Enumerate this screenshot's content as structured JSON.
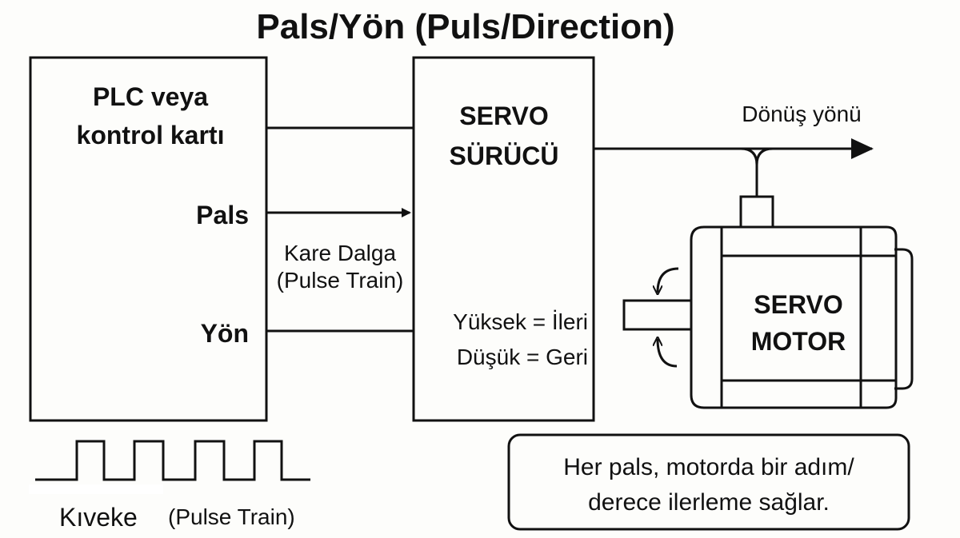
{
  "title": "Pals/Yön (Puls/Direction)",
  "plc": {
    "line1": "PLC veya",
    "line2": "kontrol kartı",
    "pals": "Pals",
    "yon": "Yön"
  },
  "pulse_caption": {
    "line1": "Kare Dalga",
    "line2": "(Pulse Train)"
  },
  "driver": {
    "line1": "SERVO",
    "line2": "SÜRÜCÜ",
    "high": "Yüksek = İleri",
    "low": "Düşük = Geri"
  },
  "rotation_label": "Dönüş yönü",
  "motor": {
    "line1": "SERVO",
    "line2": "MOTOR"
  },
  "waveform_caption": {
    "left": "Kıveke",
    "right": "(Pulse Train)"
  },
  "note": {
    "line1": "Her pals, motorda bir adım/",
    "line2": "derece ilerleme sağlar."
  }
}
